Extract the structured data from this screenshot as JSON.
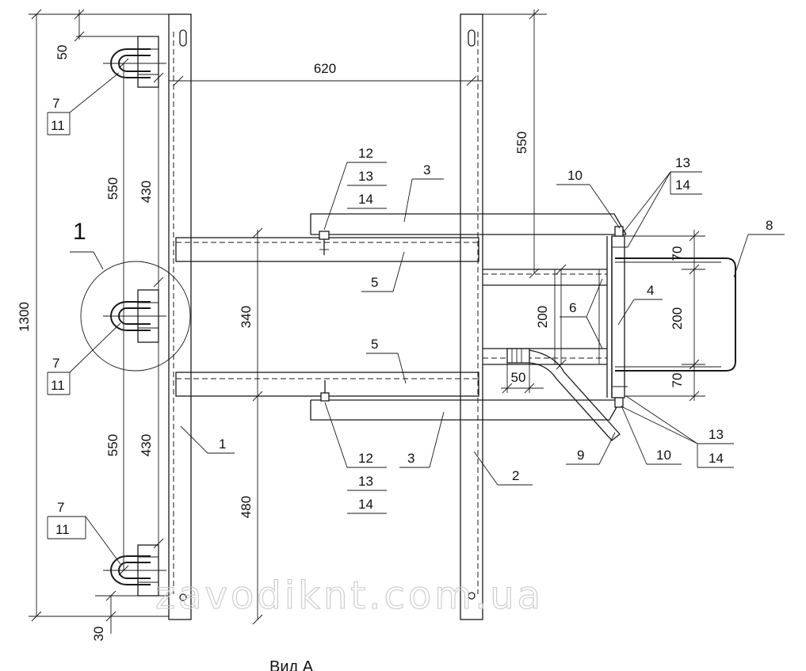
{
  "dimensions": {
    "d50": "50",
    "d620": "620",
    "d550_right": "550",
    "d550_upper": "550",
    "d430_upper": "430",
    "d1300": "1300",
    "d340": "340",
    "d550_lower": "550",
    "d430_lower": "430",
    "d480": "480",
    "d30": "30",
    "d200_mid": "200",
    "d200_right": "200",
    "d70_top": "70",
    "d70_bottom": "70",
    "d50_small": "50"
  },
  "callouts": {
    "c7_top": "7",
    "c11_top": "11",
    "c7_mid": "7",
    "c11_mid": "11",
    "c7_bot": "7",
    "c11_bot": "11",
    "c12_top": "12",
    "c13_top": "13",
    "c14_top": "14",
    "c12_bot": "12",
    "c13_bot": "13",
    "c14_bot": "14",
    "c13_rt": "13",
    "c14_rt": "14",
    "c13_rb": "13",
    "c14_rb": "14",
    "c3_top": "3",
    "c3_bot": "3",
    "c5_top": "5",
    "c5_bot": "5",
    "c1": "1",
    "c2": "2",
    "c4": "4",
    "c6": "6",
    "c8": "8",
    "c9": "9",
    "c10_top": "10",
    "c10_bot": "10"
  },
  "detail_marker": "1",
  "view_label": "Вид А",
  "watermark": "zavodiknt.com.ua"
}
